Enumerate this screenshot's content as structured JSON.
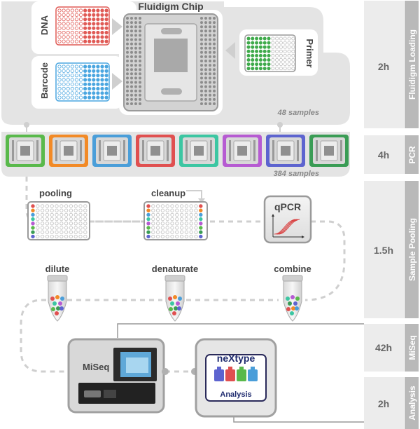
{
  "fluidigm": {
    "chip_title": "Fluidigm Chip",
    "dna_label": "DNA",
    "barcode_label": "Barcode",
    "primer_label": "Primer",
    "samples_48": "48 samples",
    "samples_384": "384 samples",
    "dna_color": "#e05a55",
    "barcode_color": "#4aa6e0",
    "primer_color": "#3faa4b"
  },
  "pcr": {
    "chip_colors": [
      "#59b94b",
      "#f28a26",
      "#4a9ed9",
      "#e05050",
      "#3cc6a2",
      "#b65bd2",
      "#5d64cf",
      "#3a9c55"
    ]
  },
  "pooling": {
    "pooling_label": "pooling",
    "cleanup_label": "cleanup",
    "qpcr_label": "qPCR",
    "dilute_label": "dilute",
    "denaturate_label": "denaturate",
    "combine_label": "combine",
    "dot_colors": [
      "#e05050",
      "#f28a26",
      "#4a9ed9",
      "#3cc6a2",
      "#b65bd2",
      "#59b94b",
      "#3a9c55",
      "#5d64cf"
    ]
  },
  "miseq": {
    "label": "MiSeq"
  },
  "analysis": {
    "brand": "neXtype",
    "subtitle": "Analysis",
    "block_colors": [
      "#5d64cf",
      "#e05050",
      "#59b94b",
      "#4a9ed9"
    ]
  },
  "stages": [
    {
      "name": "Fluidigm Loading",
      "time": "2h"
    },
    {
      "name": "PCR",
      "time": "4h"
    },
    {
      "name": "Sample Pooling",
      "time": "1.5h"
    },
    {
      "name": "MiSeq",
      "time": "42h"
    },
    {
      "name": "Analysis",
      "time": "2h"
    }
  ]
}
